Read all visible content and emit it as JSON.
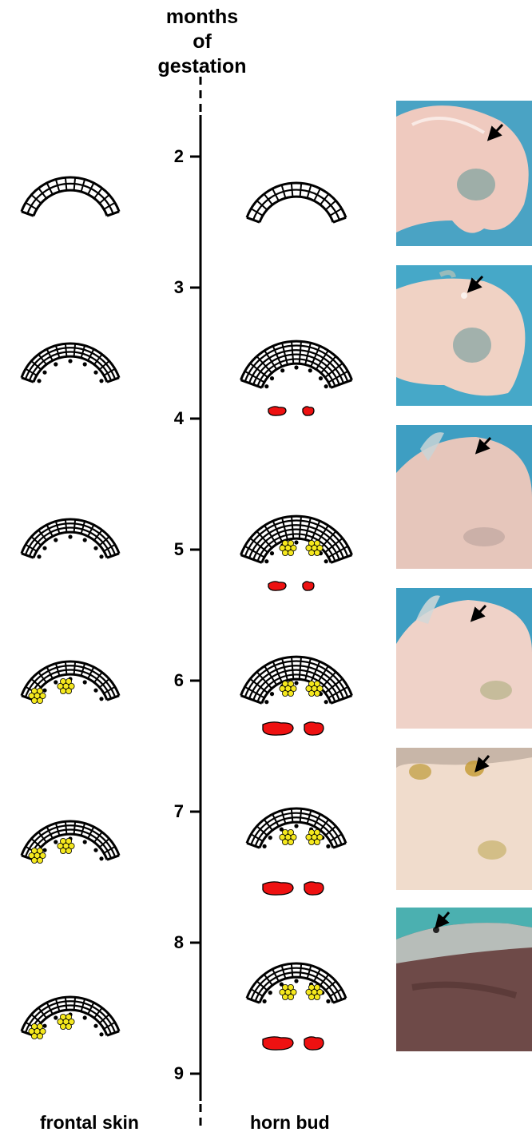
{
  "axis_title": [
    "months",
    "of",
    "gestation"
  ],
  "months": [
    "2",
    "3",
    "4",
    "5",
    "6",
    "7",
    "8",
    "9"
  ],
  "columns": {
    "frontal_skin": "frontal skin",
    "horn_bud": "horn bud"
  },
  "colors": {
    "structure": "#000000",
    "red_cells": "#ee1111",
    "yellow_cells": "#f5e81e",
    "photo_background": "#3aa0c0",
    "specimen_skin": "#ecc8bd"
  },
  "icons": [
    "arrow-icon"
  ],
  "rows": [
    {
      "month": "2",
      "frontal_skin": {
        "layers": 2,
        "dots": false,
        "yellow": 0
      },
      "horn_bud": {
        "layers": 2,
        "dots": false,
        "yellow": 0,
        "red": 0
      },
      "photo_arrow": true
    },
    {
      "month": "3",
      "frontal_skin": {
        "layers": 3,
        "dots": true,
        "yellow": 0
      },
      "horn_bud": {
        "layers": 5,
        "dots": true,
        "yellow": 0,
        "red": 2
      },
      "photo_arrow": true
    },
    {
      "month": "4-5",
      "frontal_skin": {
        "layers": 3,
        "dots": true,
        "yellow": 0
      },
      "horn_bud": {
        "layers": 5,
        "dots": true,
        "yellow": 2,
        "red": 2
      },
      "photo_arrow": true
    },
    {
      "month": "5-6",
      "frontal_skin": {
        "layers": 3,
        "dots": true,
        "yellow": 2
      },
      "horn_bud": {
        "layers": 5,
        "dots": true,
        "yellow": 2,
        "red": 2
      },
      "photo_arrow": true
    },
    {
      "month": "7",
      "frontal_skin": {
        "layers": 3,
        "dots": true,
        "yellow": 2
      },
      "horn_bud": {
        "layers": 3,
        "dots": true,
        "yellow": 2,
        "red": 2
      },
      "photo_arrow": true
    },
    {
      "month": "8",
      "frontal_skin": {
        "layers": 3,
        "dots": true,
        "yellow": 2
      },
      "horn_bud": {
        "layers": 3,
        "dots": true,
        "yellow": 2,
        "red": 2
      },
      "photo_arrow": true
    }
  ]
}
